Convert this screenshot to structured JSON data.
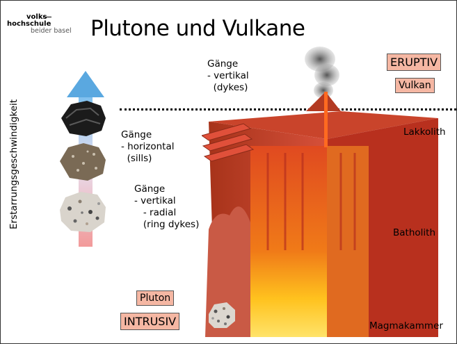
{
  "logo": {
    "line1": "volks",
    "line2": "hochschule",
    "line3": "beider basel"
  },
  "title": "Plutone und Vulkane",
  "axis_label": "Erstarrungsgeschwindigkeit",
  "labels": {
    "dykes": "Gänge\n- vertikal\n  (dykes)",
    "sills": "Gänge\n- horizontal\n  (sills)",
    "ring_dykes": "Gänge\n- vertikal\n   - radial\n   (ring dykes)",
    "lakkolith": "Lakkolith",
    "batholith": "Batholith",
    "magmakammer": "Magmakammer"
  },
  "tags": {
    "eruptiv": "ERUPTIV",
    "vulkan": "Vulkan",
    "pluton": "Pluton",
    "intrusiv": "INTRUSIV"
  },
  "colors": {
    "tag_fill": "#f5b7a3",
    "arrow_blue": "#5aa8e0",
    "arrow_pink": "#f3a0a0",
    "magma_red": "#d63a1e",
    "magma_yellow": "#ffd21e"
  }
}
